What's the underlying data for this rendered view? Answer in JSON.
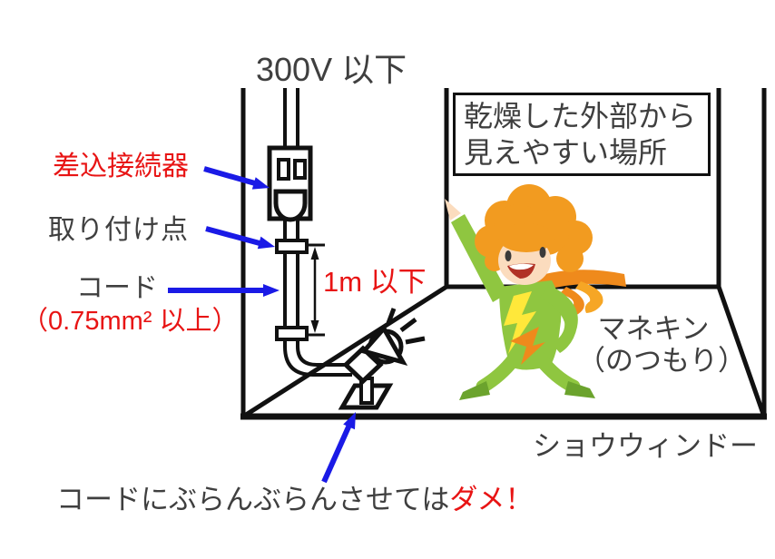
{
  "title": "300V 以下",
  "labels": {
    "plug_connector": "差込接続器",
    "mount_point": "取り付け点",
    "cord": "コード",
    "cord_spec": "（0.75mm² 以上）",
    "dimension": "1m 以下"
  },
  "info_box": {
    "line1": "乾燥した外部から",
    "line2": "見えやすい場所"
  },
  "mannequin_label": {
    "line1": "マネキン",
    "line2": "（のつもり）"
  },
  "show_window_label": "ショウウィンドー",
  "caption": {
    "normal": "コードにぶらんぶらんさせては",
    "emphasis": "ダメ！"
  },
  "colors": {
    "ink": "#111111",
    "text_gray": "#3f3f3f",
    "red": "#e81414",
    "blue": "#1a1ae6",
    "hair_orange": "#f29b20",
    "scarf_orange": "#ef8a1c",
    "scarf_orange_light": "#f6a625",
    "body_green": "#8fc640",
    "foot_green": "#6ba32d",
    "lightning_yellow": "#ffe83a",
    "skin": "#fbdcbe",
    "mouth_red": "#b13226"
  }
}
